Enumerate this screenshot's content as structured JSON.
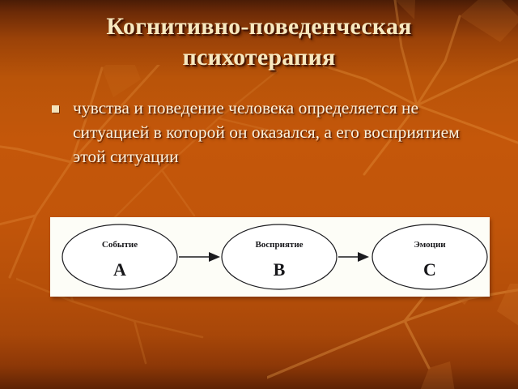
{
  "slide": {
    "title_lines": [
      "Когнитивно-поведенческая",
      "психотерапия"
    ],
    "title_color": "#f7e9c0",
    "background_color": "#c4570a",
    "background_top_color": "#4a1c06"
  },
  "body": {
    "bullets": [
      {
        "marker": "square-bullet",
        "lines": [
          "чувства и поведение человека",
          "определяется не ситуацией в которой он",
          "оказался, а его восприятием этой",
          "ситуации"
        ],
        "text": "чувства и поведение человека определяется не ситуацией в которой он оказался, а его восприятием этой ситуации",
        "color": "#faf1dd"
      }
    ]
  },
  "diagram": {
    "background": "#fdfdf7",
    "node_stroke": "#1b1b1f",
    "nodes": [
      {
        "id": "A",
        "label": "Событие",
        "letter": "А"
      },
      {
        "id": "B",
        "label": "Восприятие",
        "letter": "В"
      },
      {
        "id": "C",
        "label": "Эмоции",
        "letter": "С"
      }
    ],
    "edges": [
      {
        "from": "A",
        "to": "B"
      },
      {
        "from": "B",
        "to": "C"
      }
    ]
  }
}
